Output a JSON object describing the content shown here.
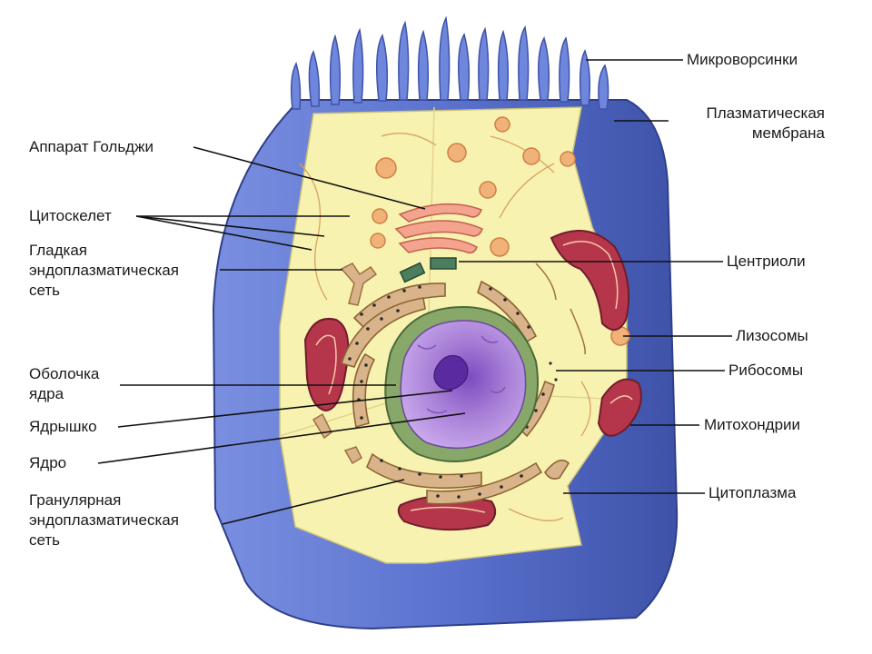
{
  "labels": {
    "left": {
      "golgi": "Аппарат Гольджи",
      "cytoskeleton": "Цитоскелет",
      "smooth_er": "Гладкая\nэндоплазматическая\nсеть",
      "nuclear_envelope": "Оболочка\nядра",
      "nucleolus": "Ядрышко",
      "nucleus": "Ядро",
      "rough_er": "Гранулярная\nэндоплазматическая\nсеть"
    },
    "right": {
      "microvilli": "Микроворсинки",
      "plasma_membrane": "Плазматическая\nмембрана",
      "centrioles": "Центриоли",
      "lysosomes": "Лизосомы",
      "ribosomes": "Рибосомы",
      "mitochondria": "Митохондрии",
      "cytoplasm": "Цитоплазма"
    }
  },
  "colors": {
    "membrane_blue": "#5b73cf",
    "membrane_dark": "#3e52a8",
    "cytoplasm": "#f8f2b0",
    "nucleus_purple": "#a77fd6",
    "nuclear_envelope": "#88a86a",
    "er_tan": "#d9b48a",
    "mitochondria": "#b5364b",
    "lysosome": "#f1b27a"
  }
}
